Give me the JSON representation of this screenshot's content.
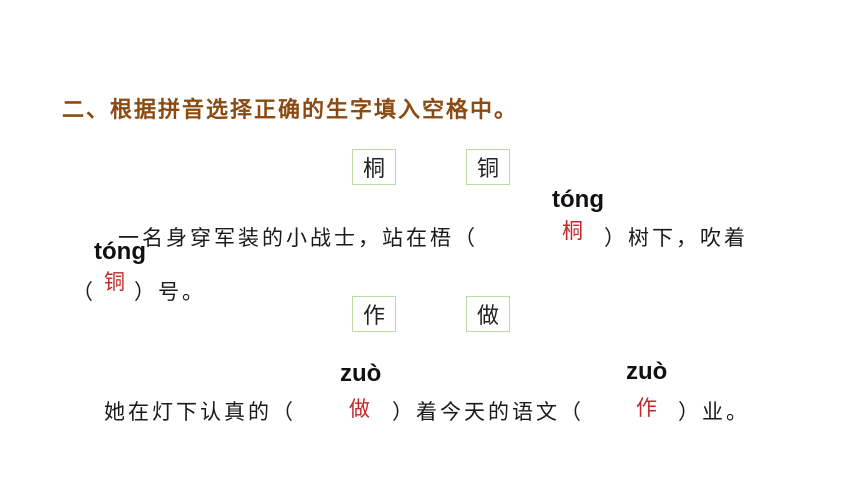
{
  "title": "二、根据拼音选择正确的生字填入空格中。",
  "group1": {
    "choices": [
      "桐",
      "铜"
    ],
    "line1_before": "一名身穿军装的小战士，站在梧（",
    "line1_after": "）树下，吹着",
    "line2_open": "（",
    "line2_after": "）号。",
    "blank1": {
      "pinyin": "tóng",
      "answer": "桐"
    },
    "blank2": {
      "pinyin": "tóng",
      "answer": "铜"
    }
  },
  "group2": {
    "choices": [
      "作",
      "做"
    ],
    "line_before": "她在灯下认真的（",
    "line_middle": "）着今天的语文（",
    "line_after": "）业。",
    "blank1": {
      "pinyin": "zuò",
      "answer": "做"
    },
    "blank2": {
      "pinyin": "zuò",
      "answer": "作"
    }
  }
}
